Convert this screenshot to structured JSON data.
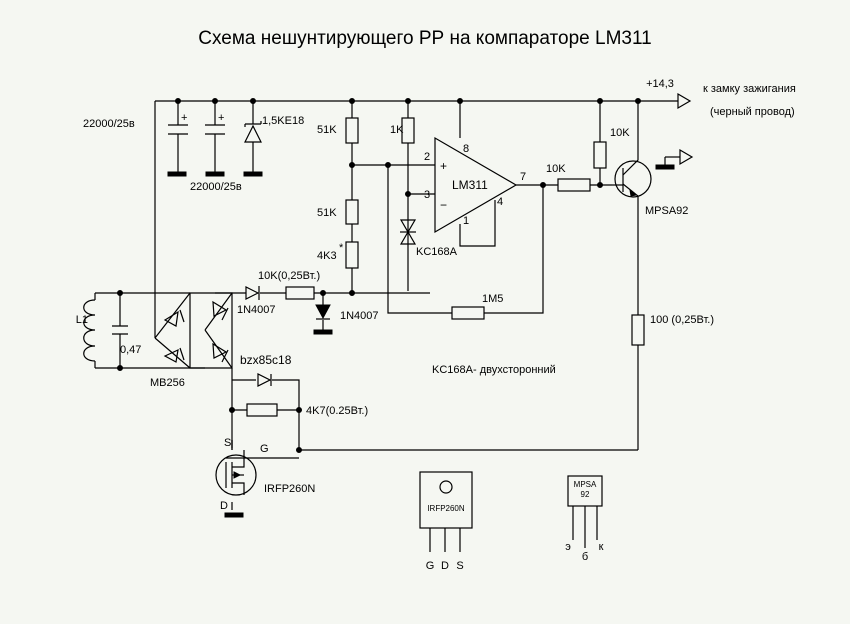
{
  "title": "Схема нешунтирующего РР на компараторе LM311",
  "labels": {
    "supply": "+14,3",
    "ignition": "к замку зажигания",
    "black_wire": "(черный провод)",
    "cap1": "22000/25в",
    "cap2": "22000/25в",
    "tvs": "1,5KE18",
    "r51k_top": "51K",
    "r1k": "1K",
    "r51k_mid": "51K",
    "r4k3": "4K3",
    "r4k3_star": "*",
    "kc168": "KC168A",
    "lm311": "LM311",
    "pin2": "2",
    "pin3": "3",
    "pin8": "8",
    "pin7": "7",
    "pin4": "4",
    "pin1": "1",
    "plus": "+",
    "minus": "−",
    "r10k_base": "10K",
    "r10k_pullup": "10K",
    "mpsa92": "MPSA92",
    "r10k_025": "10K(0,25Вт.)",
    "d1n4007_a": "1N4007",
    "d1n4007_b": "1N4007",
    "r1m5": "1M5",
    "r100": "100 (0,25Вт.)",
    "l1": "L1",
    "c047": "0,47",
    "mb256": "MB256",
    "kc168_note": "KC168A- двухсторонний",
    "bzx": "bzx85c18",
    "r4k7": "4K7(0.25Вт.)",
    "mosfet_s": "S",
    "mosfet_g": "G",
    "mosfet_d": "D",
    "irfp": "IRFP260N",
    "pkg_irfp": "IRFP260N",
    "pin_g": "G",
    "pin_d": "D",
    "pin_s": "S",
    "pkg_mpsa_1": "MPSA",
    "pkg_mpsa_2": "92",
    "pin_e": "э",
    "pin_b": "б",
    "pin_k": "к"
  }
}
